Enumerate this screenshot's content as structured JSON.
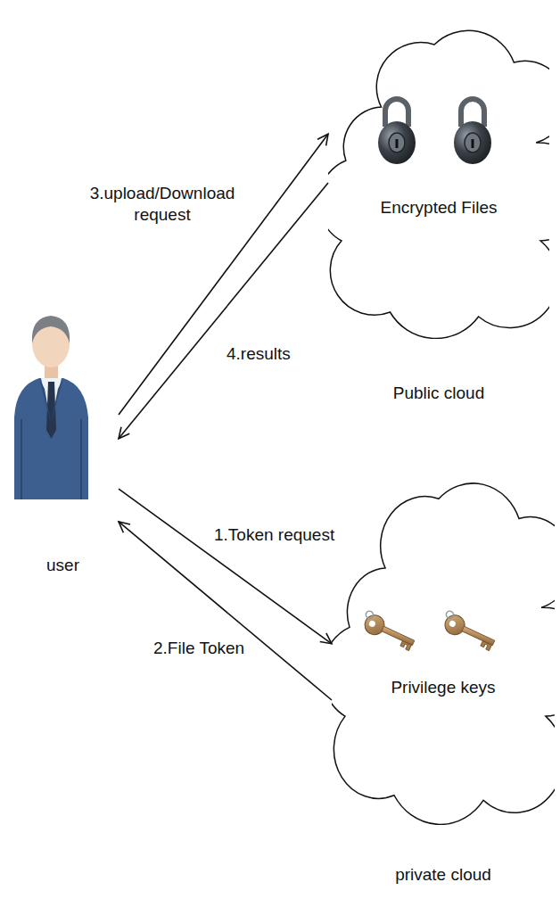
{
  "diagram": {
    "nodes": [
      {
        "text": [
          "Encrypted Files",
          "Public cloud"
        ]
      },
      {
        "text": [
          "user"
        ]
      },
      {
        "text": [
          "Privilege keys",
          "private cloud"
        ]
      }
    ],
    "edges": [
      {
        "from": 1,
        "to": 0,
        "arrow": "to",
        "label": "3.upload/Download request"
      },
      {
        "from": 0,
        "to": 1,
        "arrow": "to",
        "label": "4.results"
      },
      {
        "from": 1,
        "to": 2,
        "arrow": "to",
        "label": "1.Token request"
      },
      {
        "from": 2,
        "to": 1,
        "arrow": "to",
        "label": "2.File Token"
      }
    ]
  }
}
